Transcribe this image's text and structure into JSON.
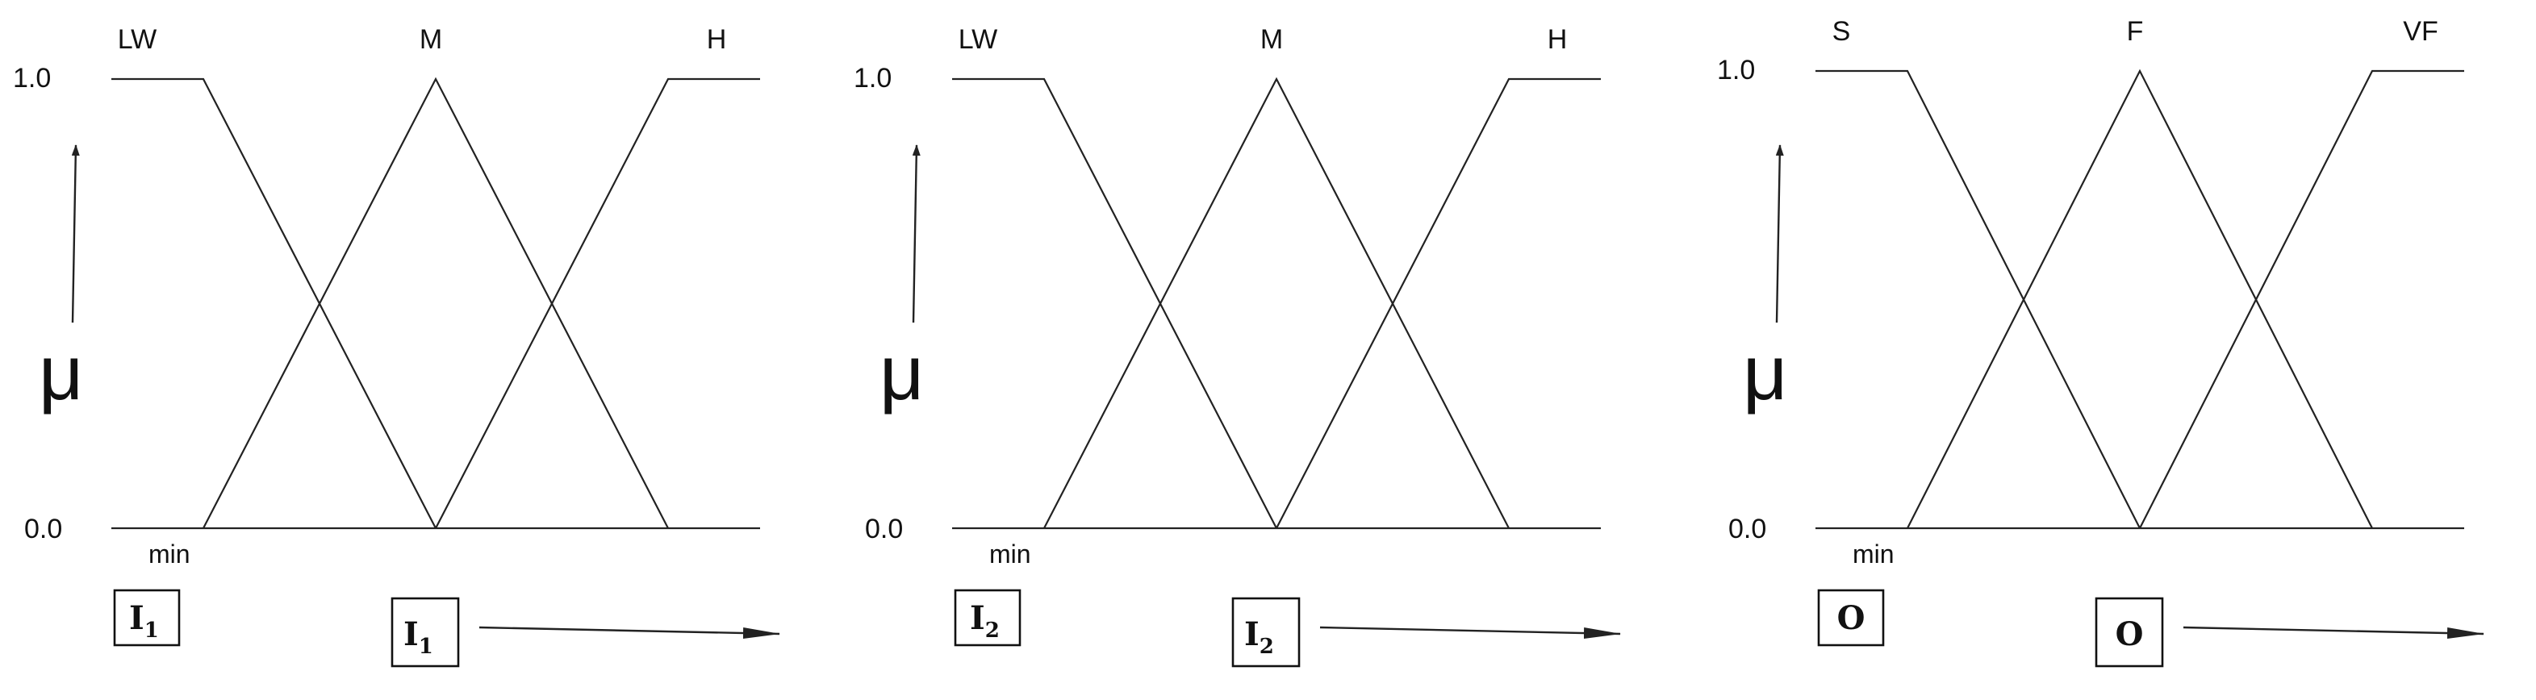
{
  "panels": [
    {
      "sets": [
        "LW",
        "M",
        "H"
      ],
      "y_top": "1.0",
      "y_bottom": "0.0",
      "min_label": "min",
      "mu": "μ",
      "box_main": "I",
      "box_sub": "1",
      "axis_main": "I",
      "axis_sub": "1"
    },
    {
      "sets": [
        "LW",
        "M",
        "H"
      ],
      "y_top": "1.0",
      "y_bottom": "0.0",
      "min_label": "min",
      "mu": "μ",
      "box_main": "I",
      "box_sub": "2",
      "axis_main": "I",
      "axis_sub": "2"
    },
    {
      "sets": [
        "S",
        "F",
        "VF"
      ],
      "y_top": "1.0",
      "y_bottom": "0.0",
      "min_label": "min",
      "mu": "μ",
      "box_main": "O",
      "box_sub": "",
      "axis_main": "O",
      "axis_sub": ""
    }
  ]
}
